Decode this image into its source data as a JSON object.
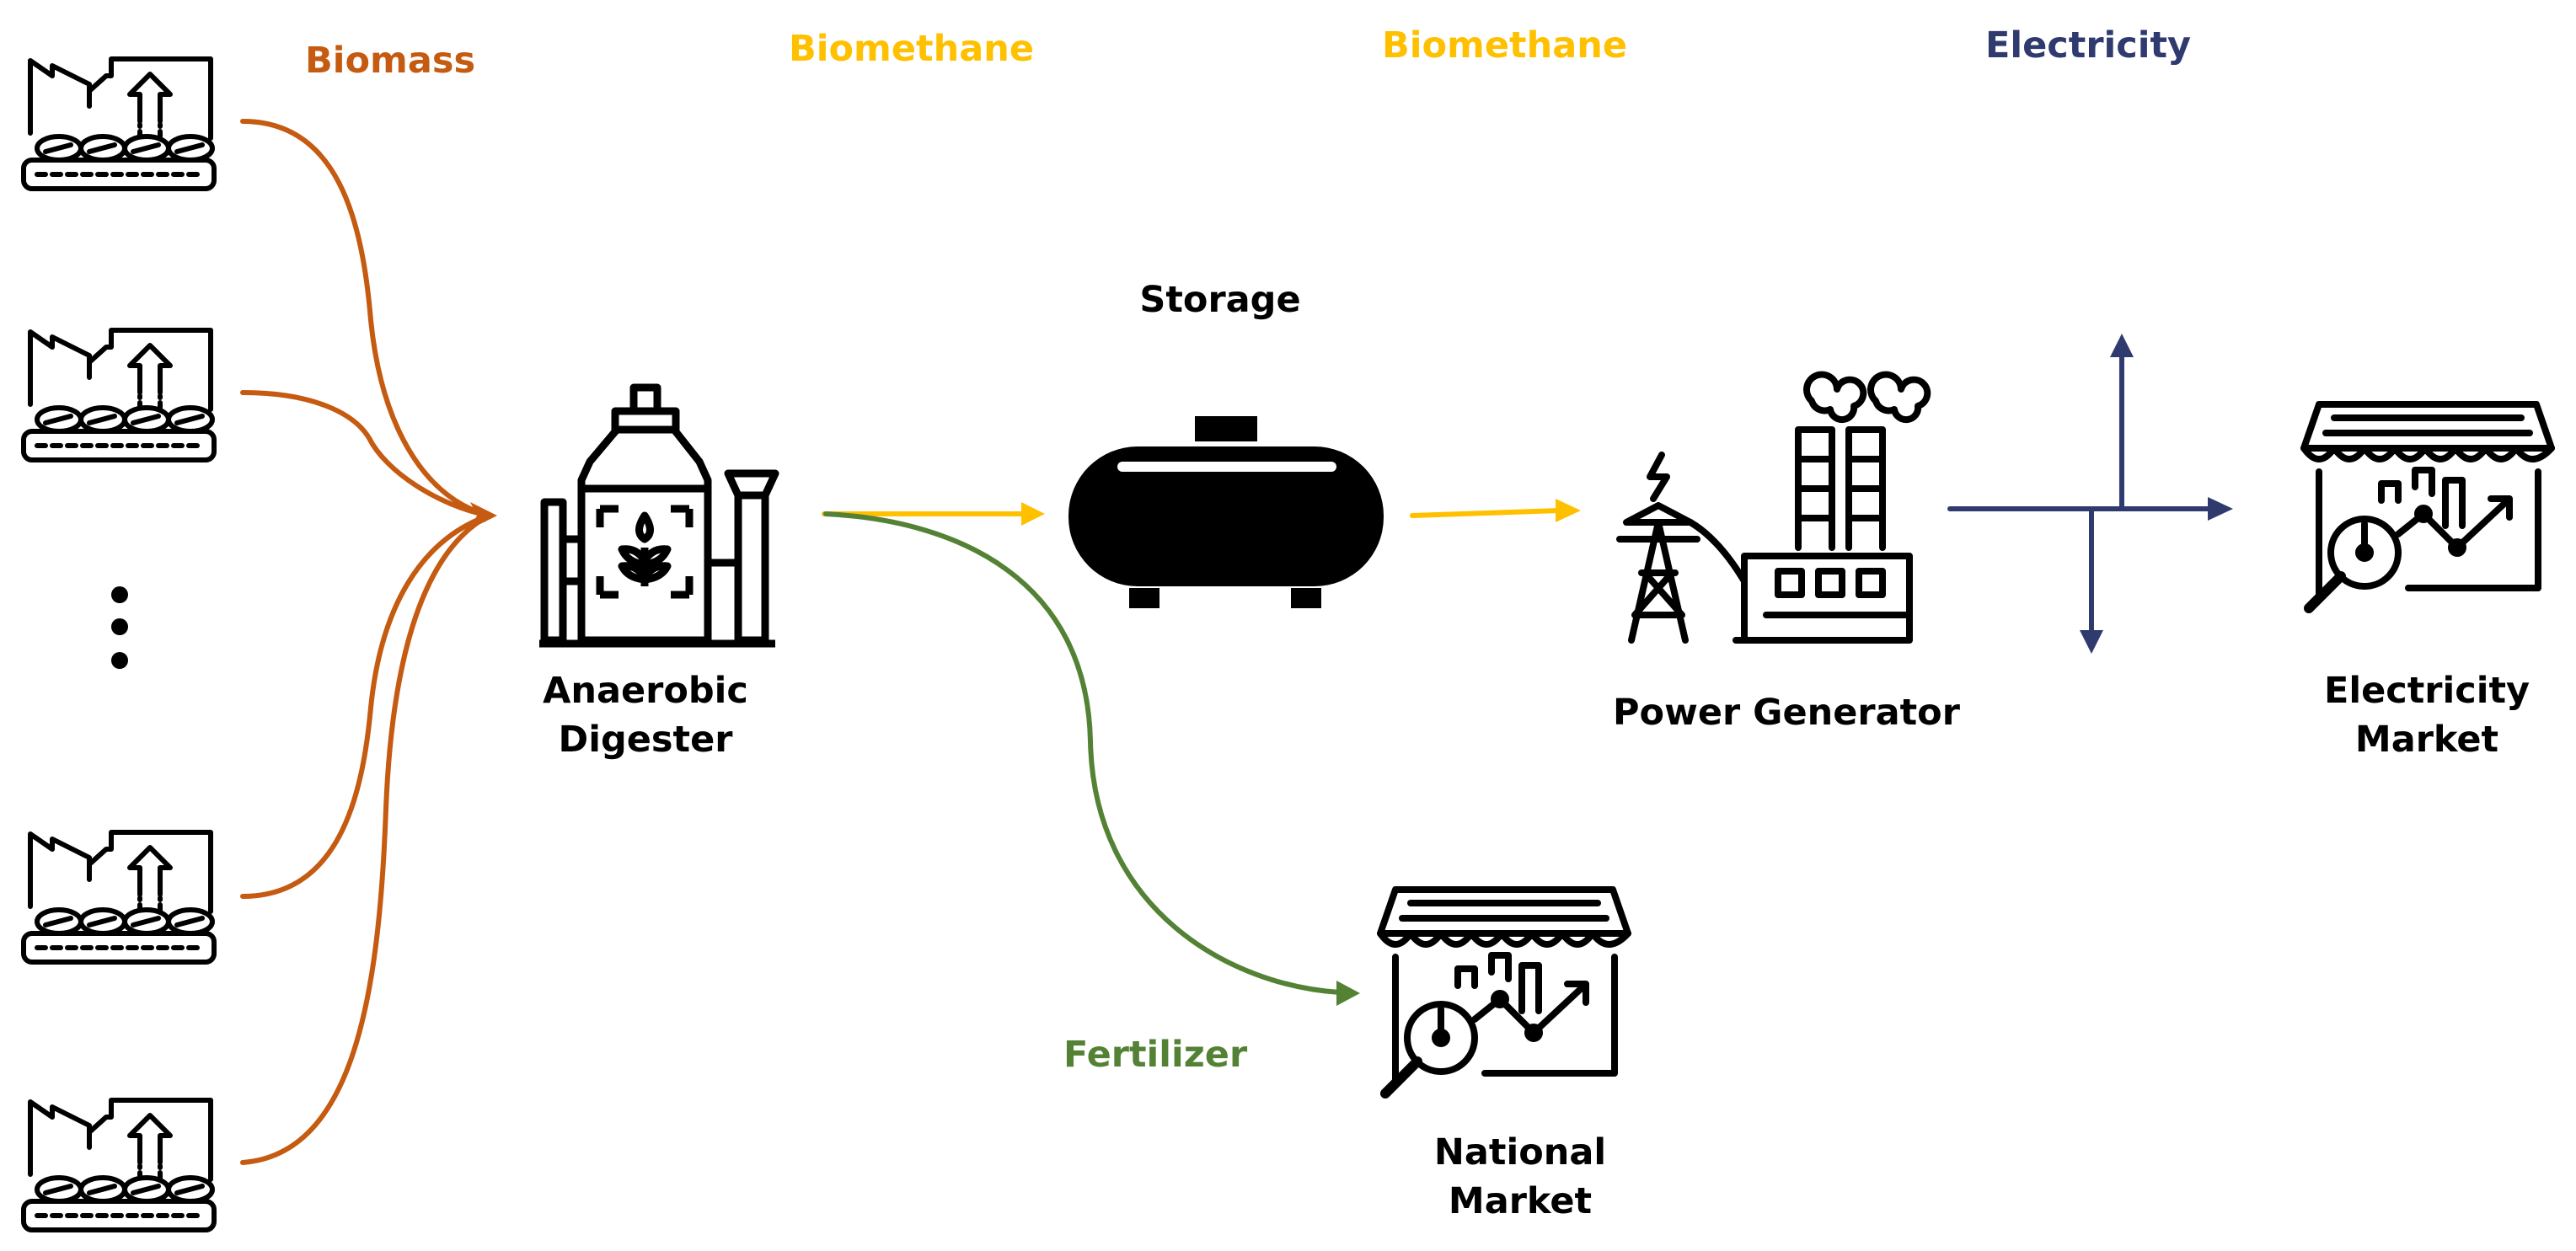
{
  "flows": {
    "biomass": "Biomass",
    "biomethane_1": "Biomethane",
    "biomethane_2": "Biomethane",
    "electricity": "Electricity",
    "fertilizer": "Fertilizer"
  },
  "nodes": {
    "storage": "Storage",
    "digester_line1": "Anaerobic",
    "digester_line2": "Digester",
    "power_generator": "Power Generator",
    "electricity_market_line1": "Electricity",
    "electricity_market_line2": "Market",
    "national_market_line1": "National",
    "national_market_line2": "Market"
  },
  "colors": {
    "biomass": "#C55A11",
    "biomethane": "#FFC000",
    "electricity": "#2F3A6E",
    "fertilizer": "#548235",
    "icon": "#000000"
  },
  "icons": [
    "farm-icon",
    "anaerobic-digester-icon",
    "storage-tank-icon",
    "power-plant-icon",
    "market-icon"
  ]
}
